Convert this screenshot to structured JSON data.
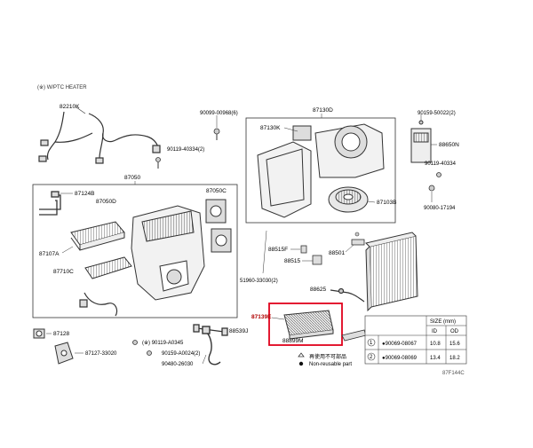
{
  "note": "(※) W/PTC HEATER",
  "callouts": {
    "p82210K": "82210K",
    "p90099_00968": "90099-00968(6)",
    "p87130D": "87130D",
    "p90159_50022": "90159-50022(2)",
    "p87130K": "87130K",
    "p88650N": "88650N",
    "p90119_40334_2": "90119-40334(2)",
    "p90119_40334": "90119-40334",
    "p87050": "87050",
    "p87124B": "87124B",
    "p87050D": "87050D",
    "p87050C": "87050C",
    "p87103B": "87103B",
    "p90080_17194": "90080-17194",
    "p88515F": "88515F",
    "p88501": "88501",
    "p88515": "88515",
    "p87107A": "87107A",
    "p87710C": "87710C",
    "p51960_33030": "51960-33030(2)",
    "p88625": "88625",
    "p87139E": "87139E",
    "p88899M": "88899M",
    "p88539J": "88539J",
    "p87128": "87128",
    "p90119_A0345": "(※) 90119-A0345",
    "p87127_33020": "87127-33020",
    "p90159_A0024": "90159-A0024(2)",
    "p90480_26030": "90480-26030"
  },
  "legend": {
    "reuse_jp": "再使用不可部品",
    "non_reusable": "Non-reusable part"
  },
  "size_table": {
    "title": "SIZE (mm)",
    "headers": [
      "ID",
      "OD"
    ],
    "rows": [
      {
        "num": "1",
        "part": "●90069-08067",
        "id": "10.8",
        "od": "15.6"
      },
      {
        "num": "2",
        "part": "●90069-08069",
        "id": "13.4",
        "od": "18.2"
      }
    ]
  },
  "figure_code": "87F144C",
  "colors": {
    "line": "#333333",
    "highlight": "#e0001b",
    "part_fill": "#f2f2f2"
  }
}
